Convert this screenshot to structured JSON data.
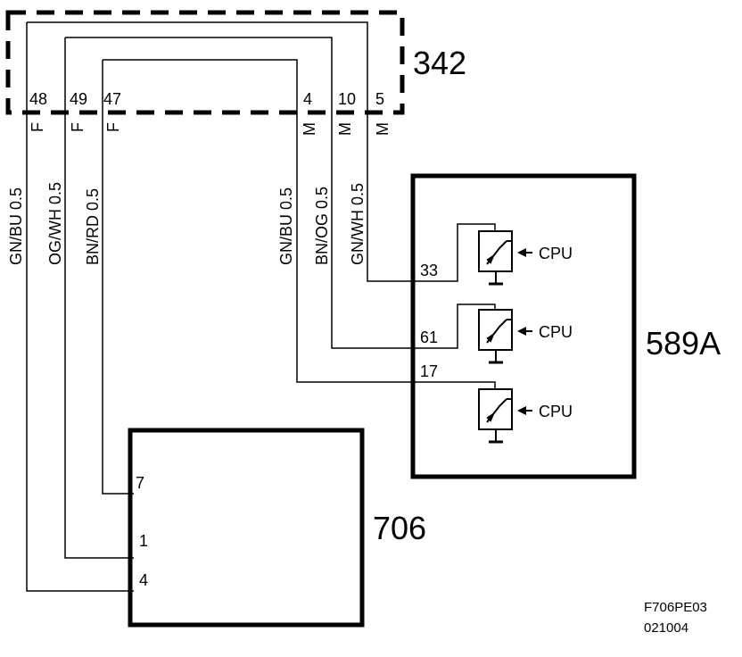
{
  "connector": {
    "label": "342",
    "pins": {
      "p48": "48",
      "p49": "49",
      "p47": "47",
      "p4": "4",
      "p10": "10",
      "p5": "5"
    },
    "genders": {
      "f1": "F",
      "f2": "F",
      "f3": "F",
      "m1": "M",
      "m2": "M",
      "m3": "M"
    }
  },
  "modules": {
    "m589a": {
      "label": "589A",
      "pins": {
        "p33": "33",
        "p61": "61",
        "p17": "17"
      }
    },
    "m706": {
      "label": "706",
      "pins": {
        "p7": "7",
        "p1": "1",
        "p4": "4"
      }
    }
  },
  "wires": {
    "w_gnbu_l": "GN/BU  0.5",
    "w_ogwh": "OG/WH  0.5",
    "w_bnrd": "BN/RD  0.5",
    "w_gnbu_r": "GN/BU  0.5",
    "w_bnog": "BN/OG  0.5",
    "w_gnwh": "GN/WH  0.5"
  },
  "cpu": {
    "c1": "CPU",
    "c2": "CPU",
    "c3": "CPU"
  },
  "footer": {
    "code": "F706PE03",
    "date": "021004"
  },
  "colors": {
    "line": "#000000",
    "background": "#ffffff"
  }
}
